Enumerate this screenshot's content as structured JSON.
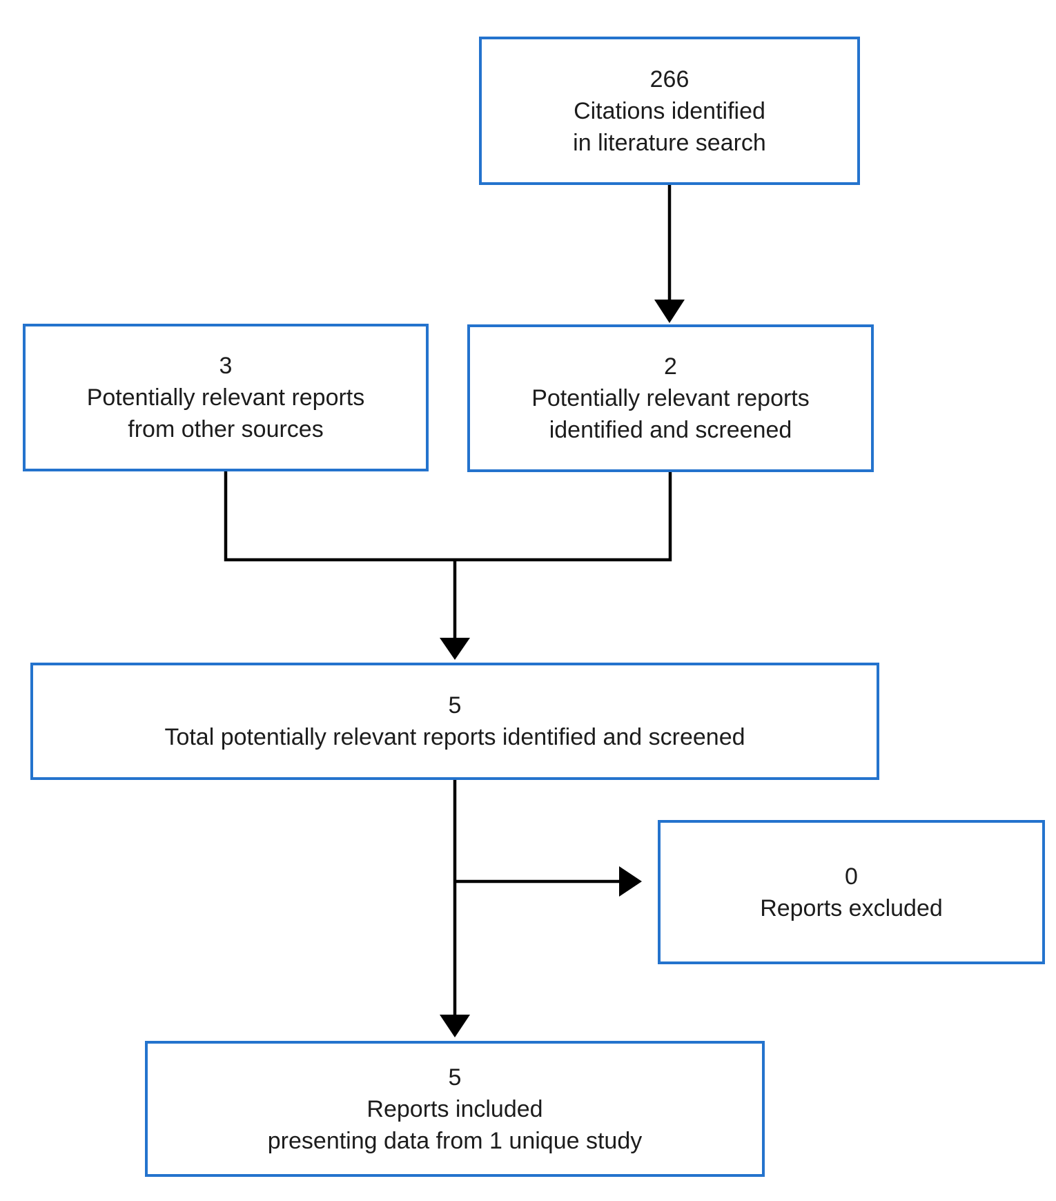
{
  "diagram": {
    "background": "#ffffff",
    "box_border_color": "#2473cd",
    "connector_color": "#000000",
    "text_color": "#1c1c1c",
    "nodes": {
      "citations": {
        "count": "266",
        "lines": [
          "Citations identified",
          "in literature search"
        ]
      },
      "other_sources": {
        "count": "3",
        "lines": [
          "Potentially relevant reports",
          "from other sources"
        ]
      },
      "screened": {
        "count": "2",
        "lines": [
          "Potentially relevant reports",
          "identified and screened"
        ]
      },
      "total": {
        "count": "5",
        "lines": [
          "Total potentially relevant reports identified and screened"
        ]
      },
      "excluded": {
        "count": "0",
        "lines": [
          "Reports excluded"
        ]
      },
      "included": {
        "count": "5",
        "lines": [
          "Reports included",
          "presenting data from 1 unique study"
        ]
      }
    }
  }
}
